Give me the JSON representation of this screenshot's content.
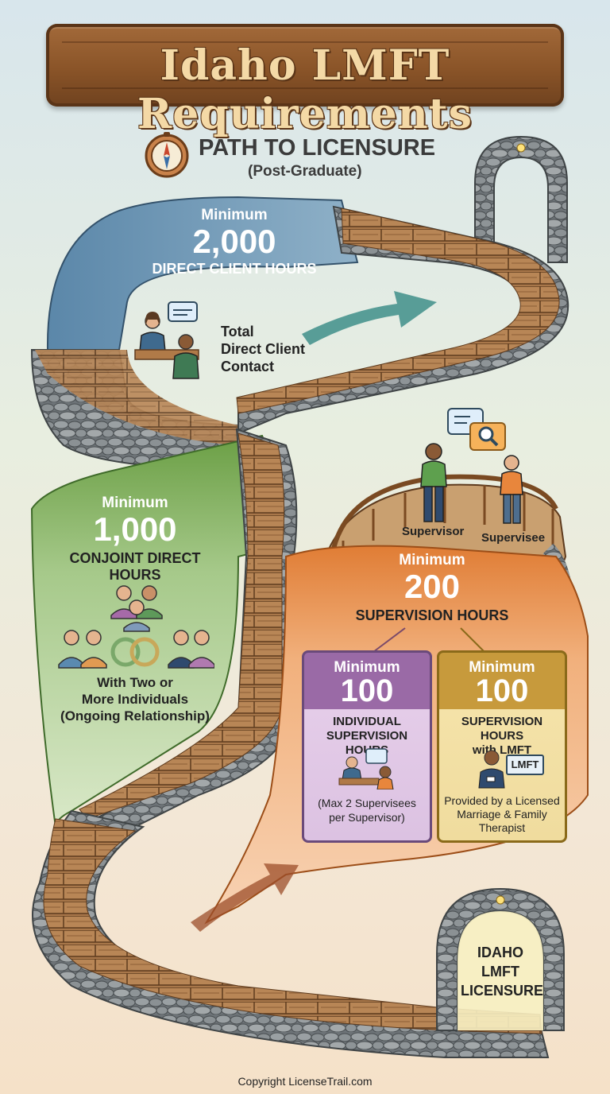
{
  "header": {
    "title": "Idaho LMFT Requirements",
    "path_title": "PATH TO LICENSURE",
    "path_subtitle": "(Post-Graduate)"
  },
  "direct_client": {
    "minimum_label": "Minimum",
    "hours": "2,000",
    "label": "DIRECT CLIENT HOURS",
    "detail_line1": "Total",
    "detail_line2": "Direct Client",
    "detail_line3": "Contact"
  },
  "conjoint": {
    "minimum_label": "Minimum",
    "hours": "1,000",
    "label": "CONJOINT DIRECT HOURS",
    "detail_line1": "With Two or",
    "detail_line2": "More Individuals",
    "detail_line3": "(Ongoing Relationship)"
  },
  "supervision": {
    "minimum_label": "Minimum",
    "hours": "200",
    "label": "SUPERVISION HOURS",
    "supervisor_label": "Supervisor",
    "supervisee_label": "Supervisee"
  },
  "individual_supervision": {
    "minimum_label": "Minimum",
    "hours": "100",
    "label_line1": "INDIVIDUAL",
    "label_line2": "SUPERVISION HOURS",
    "note_line1": "(Max 2 Supervisees",
    "note_line2": "per Supervisor)"
  },
  "lmft_supervision": {
    "minimum_label": "Minimum",
    "hours": "100",
    "label_line1": "SUPERVISION HOURS",
    "label_line2": "with LMFT",
    "badge": "LMFT",
    "note_line1": "Provided by a Licensed",
    "note_line2": "Marriage & Family",
    "note_line3": "Therapist"
  },
  "destination": {
    "line1": "IDAHO",
    "line2": "LMFT",
    "line3": "LICENSURE"
  },
  "footer": {
    "copyright": "Copyright LicenseTrail.com"
  },
  "colors": {
    "blue_ribbon": "#5f88a8",
    "green_ribbon": "#6fa04a",
    "orange_ribbon": "#e0823a",
    "purple_card": "#9a6aa6",
    "gold_card": "#c79a3c",
    "wood": "#9a6a3e",
    "stone": "#8a8f92"
  },
  "icons": [
    "compass-icon",
    "speech-bubble-icon",
    "magnifier-icon",
    "rings-icon",
    "lantern-icon"
  ]
}
